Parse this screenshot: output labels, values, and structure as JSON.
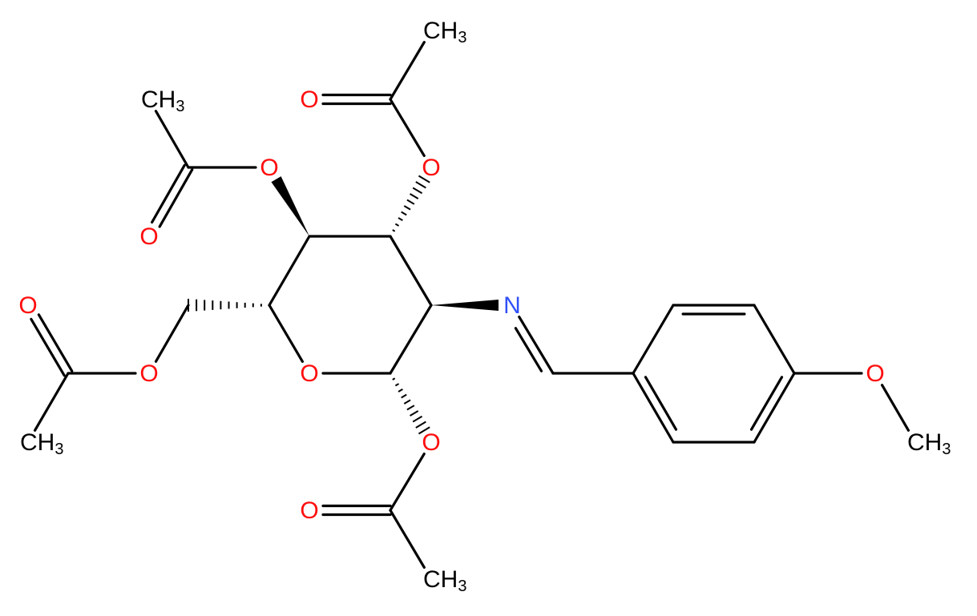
{
  "molecule": {
    "colors": {
      "bond": "#000000",
      "carbon_label": "#000000",
      "oxygen": "#ff0d0d",
      "nitrogen": "#3050f8"
    },
    "atoms": [
      {
        "id": "a_ch3_top",
        "text": "CH",
        "sub": "3",
        "element": "C"
      },
      {
        "id": "a_o_top_carbonyl",
        "text": "O",
        "element": "O"
      },
      {
        "id": "a_ch3_upper_left",
        "text": "CH",
        "sub": "3",
        "element": "C"
      },
      {
        "id": "a_o_upper_left_ester",
        "text": "O",
        "element": "O"
      },
      {
        "id": "a_o_upper_right_ester",
        "text": "O",
        "element": "O"
      },
      {
        "id": "a_o_upper_left_carbonyl",
        "text": "O",
        "element": "O"
      },
      {
        "id": "a_n_imine",
        "text": "N",
        "element": "N"
      },
      {
        "id": "a_o_left_carbonyl",
        "text": "O",
        "element": "O"
      },
      {
        "id": "a_o_left_ester",
        "text": "O",
        "element": "O"
      },
      {
        "id": "a_o_ring",
        "text": "O",
        "element": "O"
      },
      {
        "id": "a_o_methoxy",
        "text": "O",
        "element": "O"
      },
      {
        "id": "a_ch3_left",
        "text": "CH",
        "sub": "3",
        "element": "C"
      },
      {
        "id": "a_o_bottom_ester",
        "text": "O",
        "element": "O"
      },
      {
        "id": "a_ch3_methoxy",
        "text": "CH",
        "sub": "3",
        "element": "C"
      },
      {
        "id": "a_o_bottom_carbonyl",
        "text": "O",
        "element": "O"
      },
      {
        "id": "a_ch3_bottom",
        "text": "CH",
        "sub": "3",
        "element": "C"
      }
    ]
  }
}
